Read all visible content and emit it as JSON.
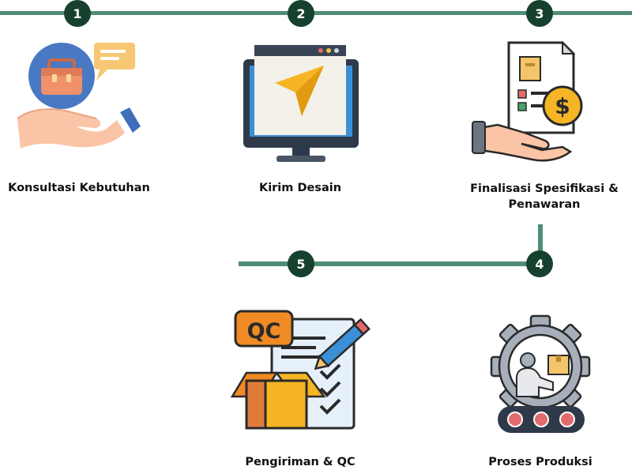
{
  "steps": [
    {
      "number": "1",
      "label": "Konsultasi Kebutuhan",
      "icon": "consultation-hand-briefcase-icon"
    },
    {
      "number": "2",
      "label": "Kirim Desain",
      "icon": "monitor-send-icon"
    },
    {
      "number": "3",
      "label": "Finalisasi Spesifikasi &",
      "label2": "Penawaran",
      "icon": "quotation-document-dollar-icon"
    },
    {
      "number": "4",
      "label": "Proses Produksi",
      "icon": "production-gear-worker-icon"
    },
    {
      "number": "5",
      "label": "Pengiriman & QC",
      "icon": "qc-checklist-box-icon"
    }
  ],
  "colors": {
    "line": "#4f8d73",
    "badge": "#17412f",
    "text": "#111111"
  }
}
